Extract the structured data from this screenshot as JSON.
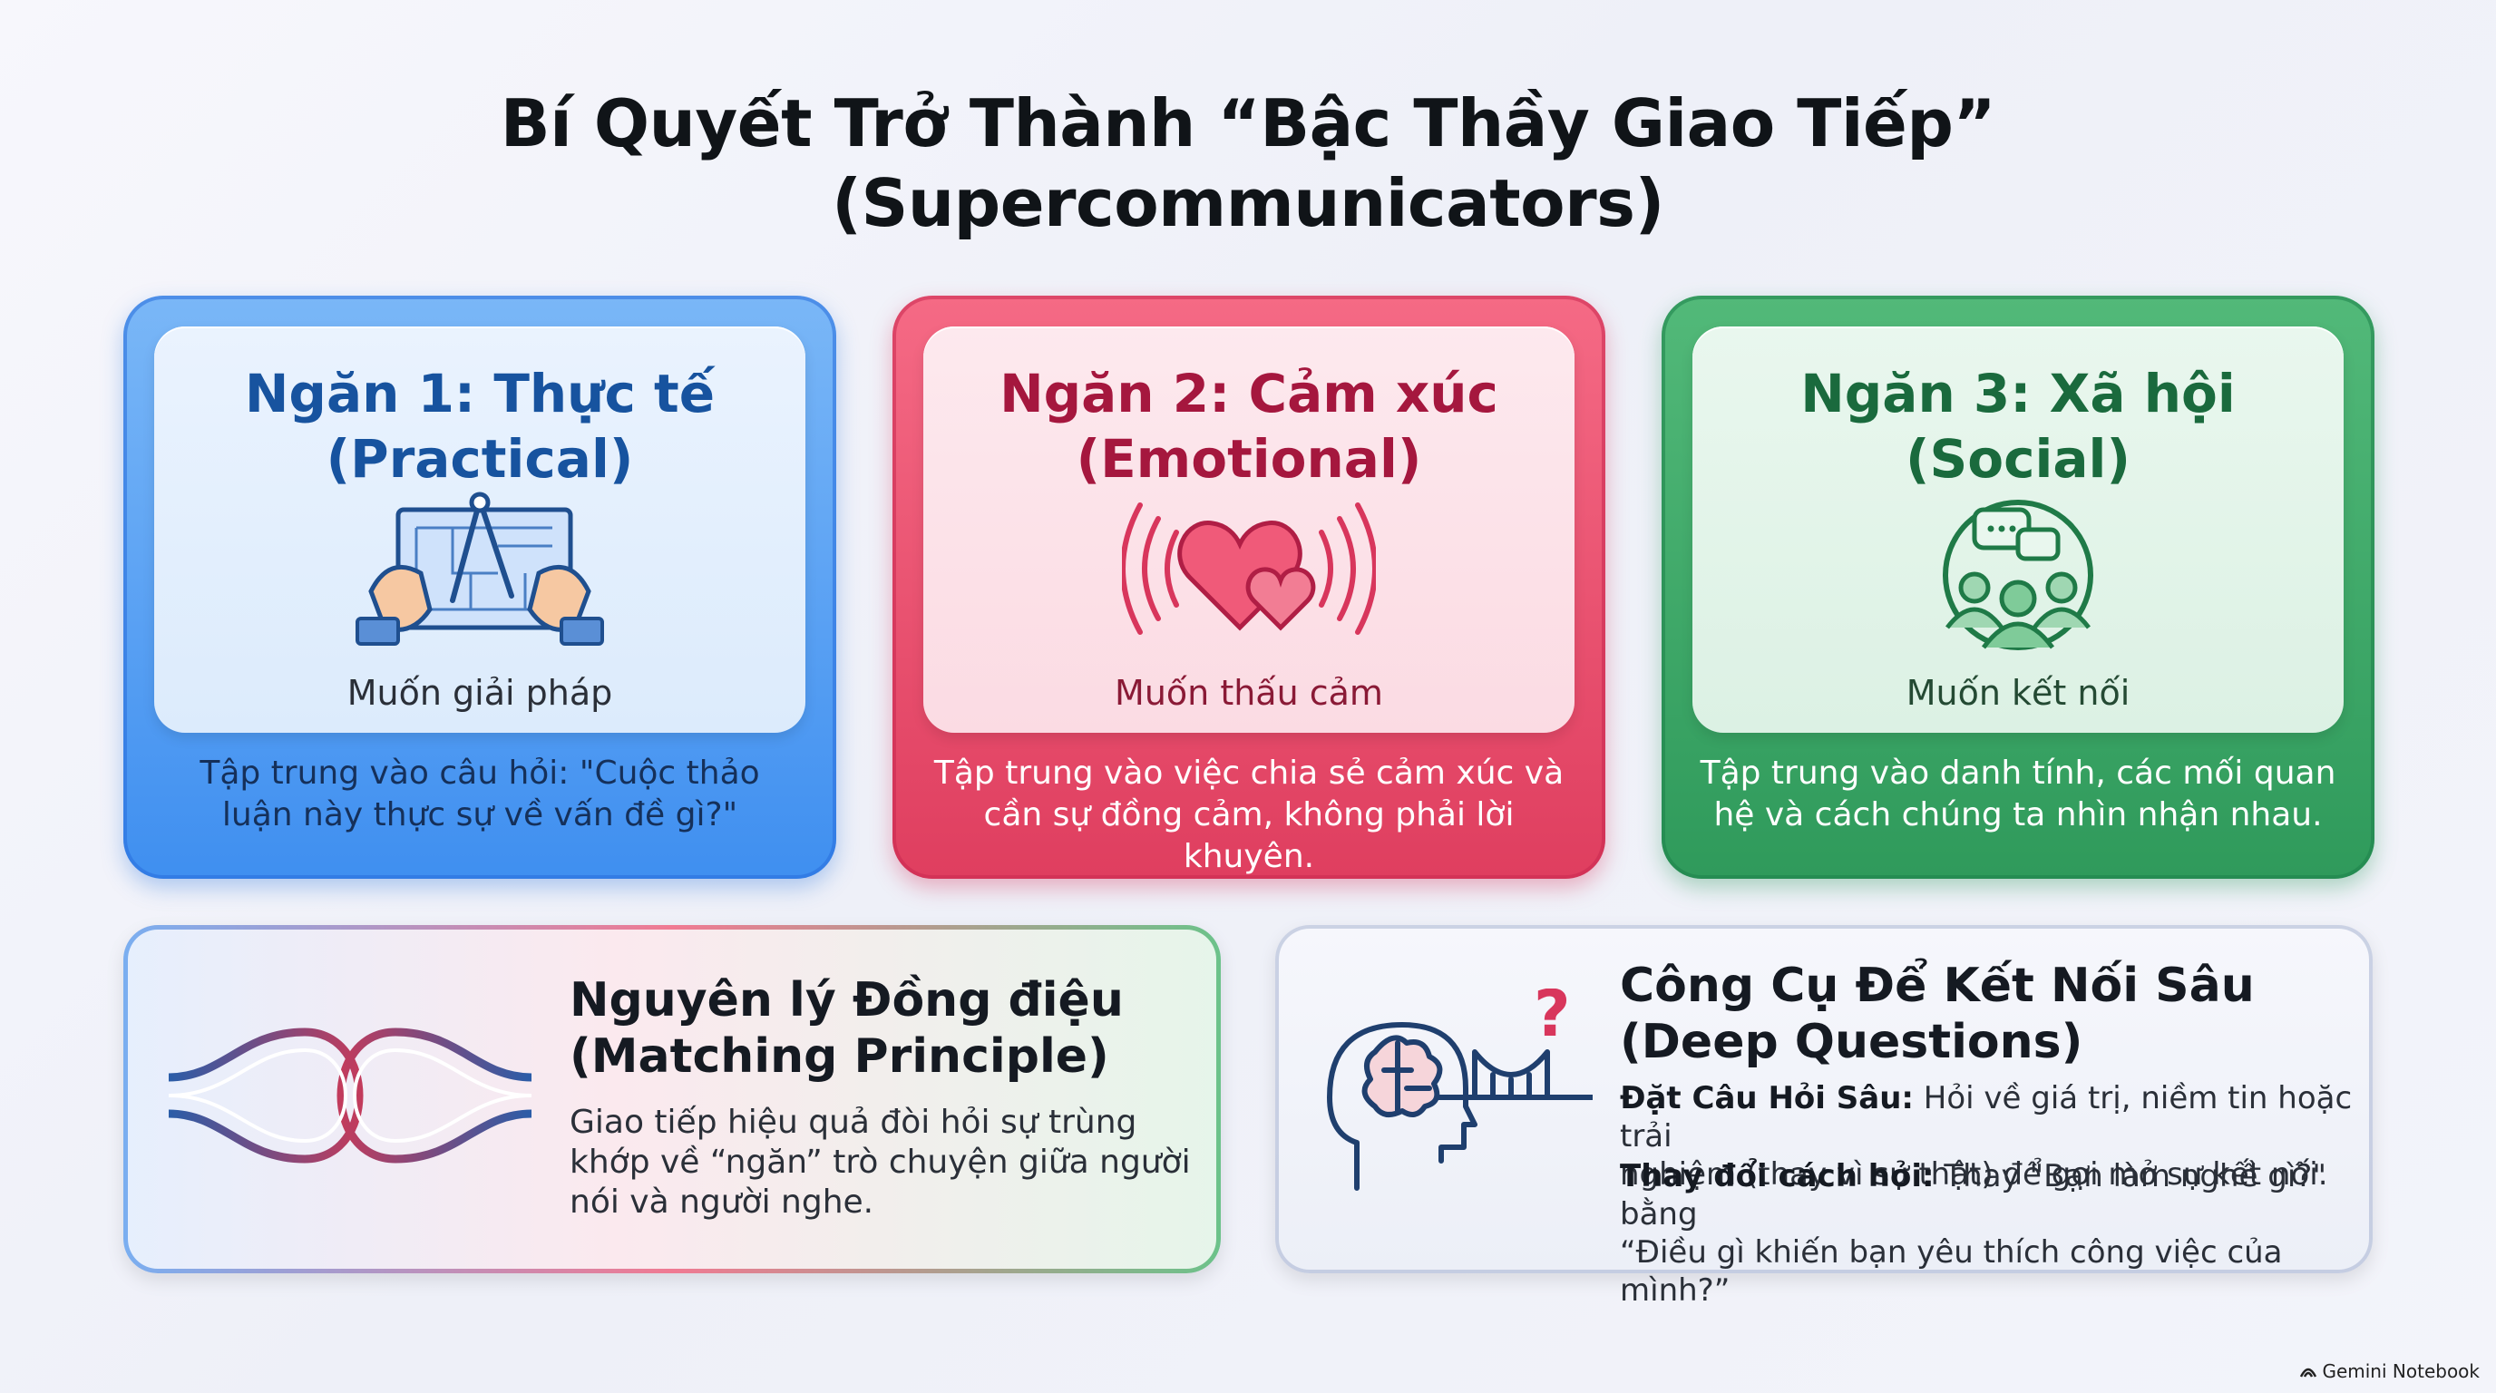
{
  "title": {
    "line1": "Bí Quyết Trở Thành “Bậc Thầy Giao Tiếp”",
    "line2": "(Supercommunicators)"
  },
  "cards": [
    {
      "head1": "Ngăn 1: Thực tế",
      "head2": "(Practical)",
      "subtitle": "Muốn giải pháp",
      "desc1": "Tập trung vào câu hỏi: \"Cuộc thảo",
      "desc2": "luận này thực sự về vấn đề gì?\"",
      "icon": "blueprint-compass-icon",
      "accent": "#3f8ff0"
    },
    {
      "head1": "Ngăn 2: Cảm xúc",
      "head2": "(Emotional)",
      "subtitle": "Muốn thấu cảm",
      "desc1": "Tập trung vào việc chia sẻ cảm xúc và",
      "desc2": "cần sự đồng cảm, không phải lời khuyên.",
      "icon": "hearts-icon",
      "accent": "#df3e5f"
    },
    {
      "head1": "Ngăn 3: Xã hội",
      "head2": "(Social)",
      "subtitle": "Muốn kết nối",
      "desc1": "Tập trung vào danh tính, các mối quan",
      "desc2": "hệ và cách chúng ta nhìn nhận nhau.",
      "icon": "people-chat-icon",
      "accent": "#2f9a5b"
    }
  ],
  "matching": {
    "head1": "Nguyên lý Đồng điệu",
    "head2": "(Matching Principle)",
    "text1": "Giao tiếp hiệu quả đòi hỏi sự trùng",
    "text2": "khớp về “ngăn” trò chuyện giữa người",
    "text3": "nói và người nghe.",
    "icon": "intertwined-loops-icon"
  },
  "deep": {
    "head1": "Công Cụ Để Kết Nối Sâu",
    "head2": "(Deep Questions)",
    "q1_label": "Đặt Câu Hỏi Sâu:",
    "q1_text1": " Hỏi về giá trị, niềm tin hoặc trải",
    "q1_text2": "nghiệm (thay vì sự thật) để gợi mở sự kết nối.",
    "q2_label": "Thay đổi cách hỏi:",
    "q2_text1": " Thay \"Bạn làm nghề gì?\" bằng",
    "q2_text2": "“Điều gì khiến bạn yêu thích công việc của mình?”",
    "icon": "brain-bridge-question-icon"
  },
  "footer": {
    "label": "Gemini Notebook"
  }
}
